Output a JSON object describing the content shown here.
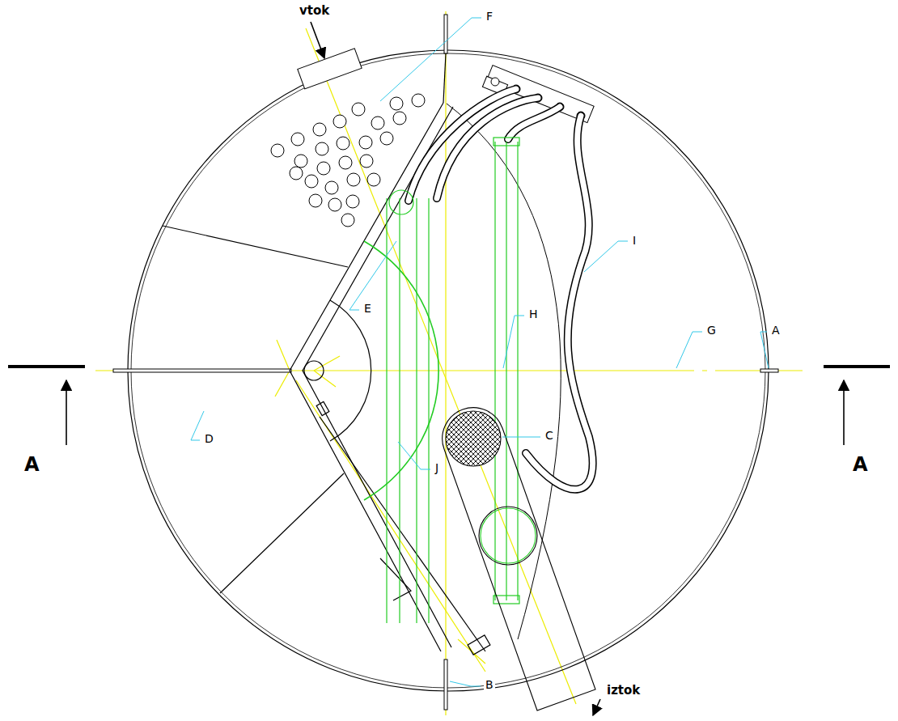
{
  "diagram": {
    "labels": [
      "vtok",
      "F",
      "I",
      "E",
      "H",
      "G",
      "A",
      "A",
      "A",
      "D",
      "C",
      "J",
      "B",
      "iztok"
    ]
  }
}
